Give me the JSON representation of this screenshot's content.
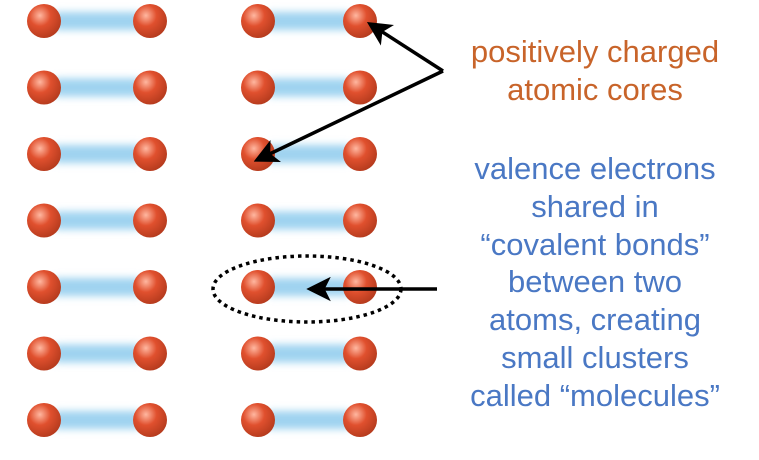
{
  "colors": {
    "atom": "#e0502e",
    "atom_highlight": "#ffb7a0",
    "atom_shadow": "#b43a1d",
    "bond": "#9fd3f0",
    "arrow": "#000000",
    "cores_text": "#c8642a",
    "valence_text": "#4a78c4"
  },
  "labels": {
    "cores": "positively charged\natomic cores",
    "valence": "valence electrons\nshared in\n“covalent bonds”\nbetween two\natoms, creating\nsmall clusters\ncalled “molecules”"
  },
  "molecule_rows": 7,
  "molecule_columns": 2
}
